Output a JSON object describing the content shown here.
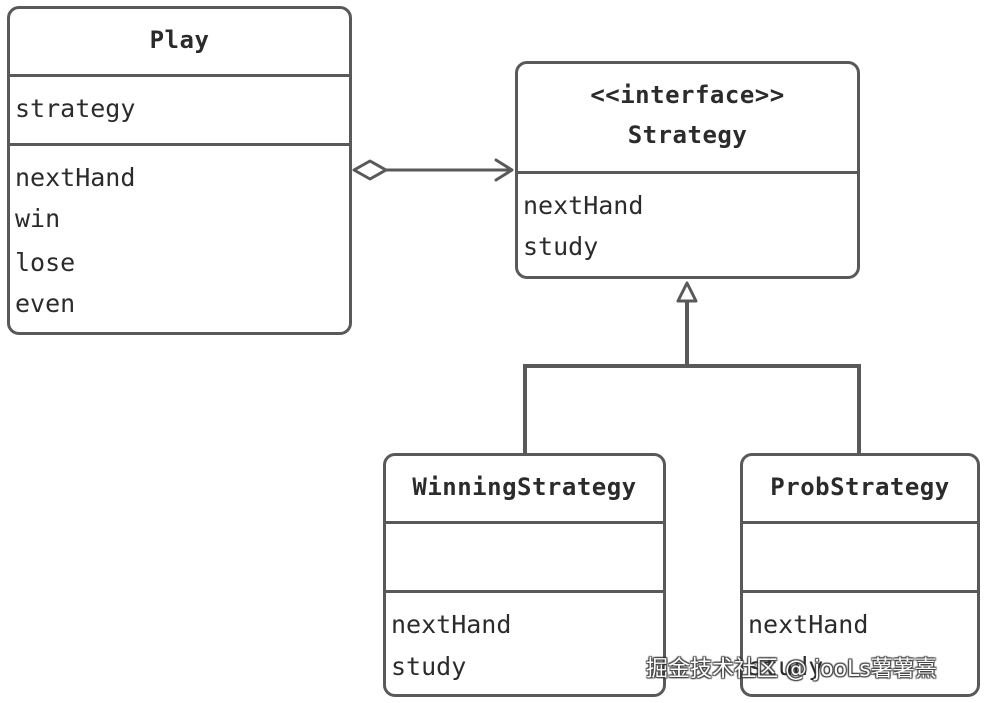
{
  "classes": {
    "play": {
      "name": "Play",
      "attributes": [
        "strategy"
      ],
      "methods": [
        "nextHand",
        "win",
        "lose",
        "even"
      ]
    },
    "strategy": {
      "stereotype": "<<interface>>",
      "name": "Strategy",
      "methods": [
        "nextHand",
        "study"
      ]
    },
    "winning": {
      "name": "WinningStrategy",
      "methods": [
        "nextHand",
        "study"
      ]
    },
    "prob": {
      "name": "ProbStrategy",
      "methods": [
        "nextHand",
        "study"
      ]
    }
  },
  "watermark": "掘金技术社区 @ jooLs薯薯熹"
}
